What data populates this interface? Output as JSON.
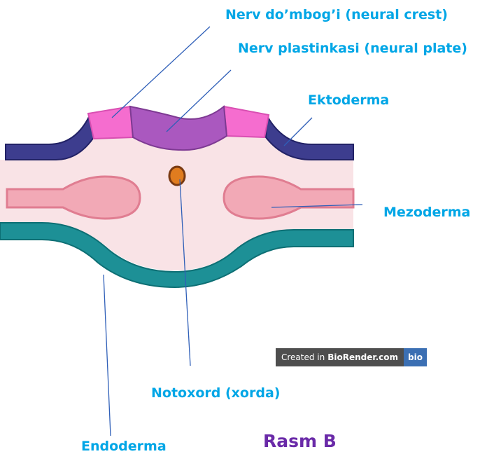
{
  "labels": {
    "neural_crest": "Nerv do’mbog’i (neural crest)",
    "neural_plate": "Nerv plastinkasi (neural plate)",
    "ectoderm": "Ektoderma",
    "mesoderm": "Mezoderma",
    "notochord": "Notoxord (xorda)",
    "endoderm": "Endoderma",
    "caption": "Rasm B"
  },
  "watermark": {
    "prefix": "Created in",
    "brand": "BioRender.com",
    "logo": "bio"
  },
  "colors": {
    "label_blue": "#00a6e6",
    "caption_purple": "#6a2aa8",
    "ectoderm": "#3d3d8e",
    "ectoderm_edge": "#222266",
    "neural_crest": "#f56dcf",
    "neural_plate": "#aa58bf",
    "interior": "#f9e3e6",
    "mesoderm_fill": "#f2a9b6",
    "mesoderm_edge": "#e07d91",
    "endoderm": "#1d9096",
    "endoderm_edge": "#0d6f74",
    "notochord_fill": "#e07c1f",
    "notochord_edge": "#7a3a12",
    "leader_line": "#2f5fb8"
  }
}
